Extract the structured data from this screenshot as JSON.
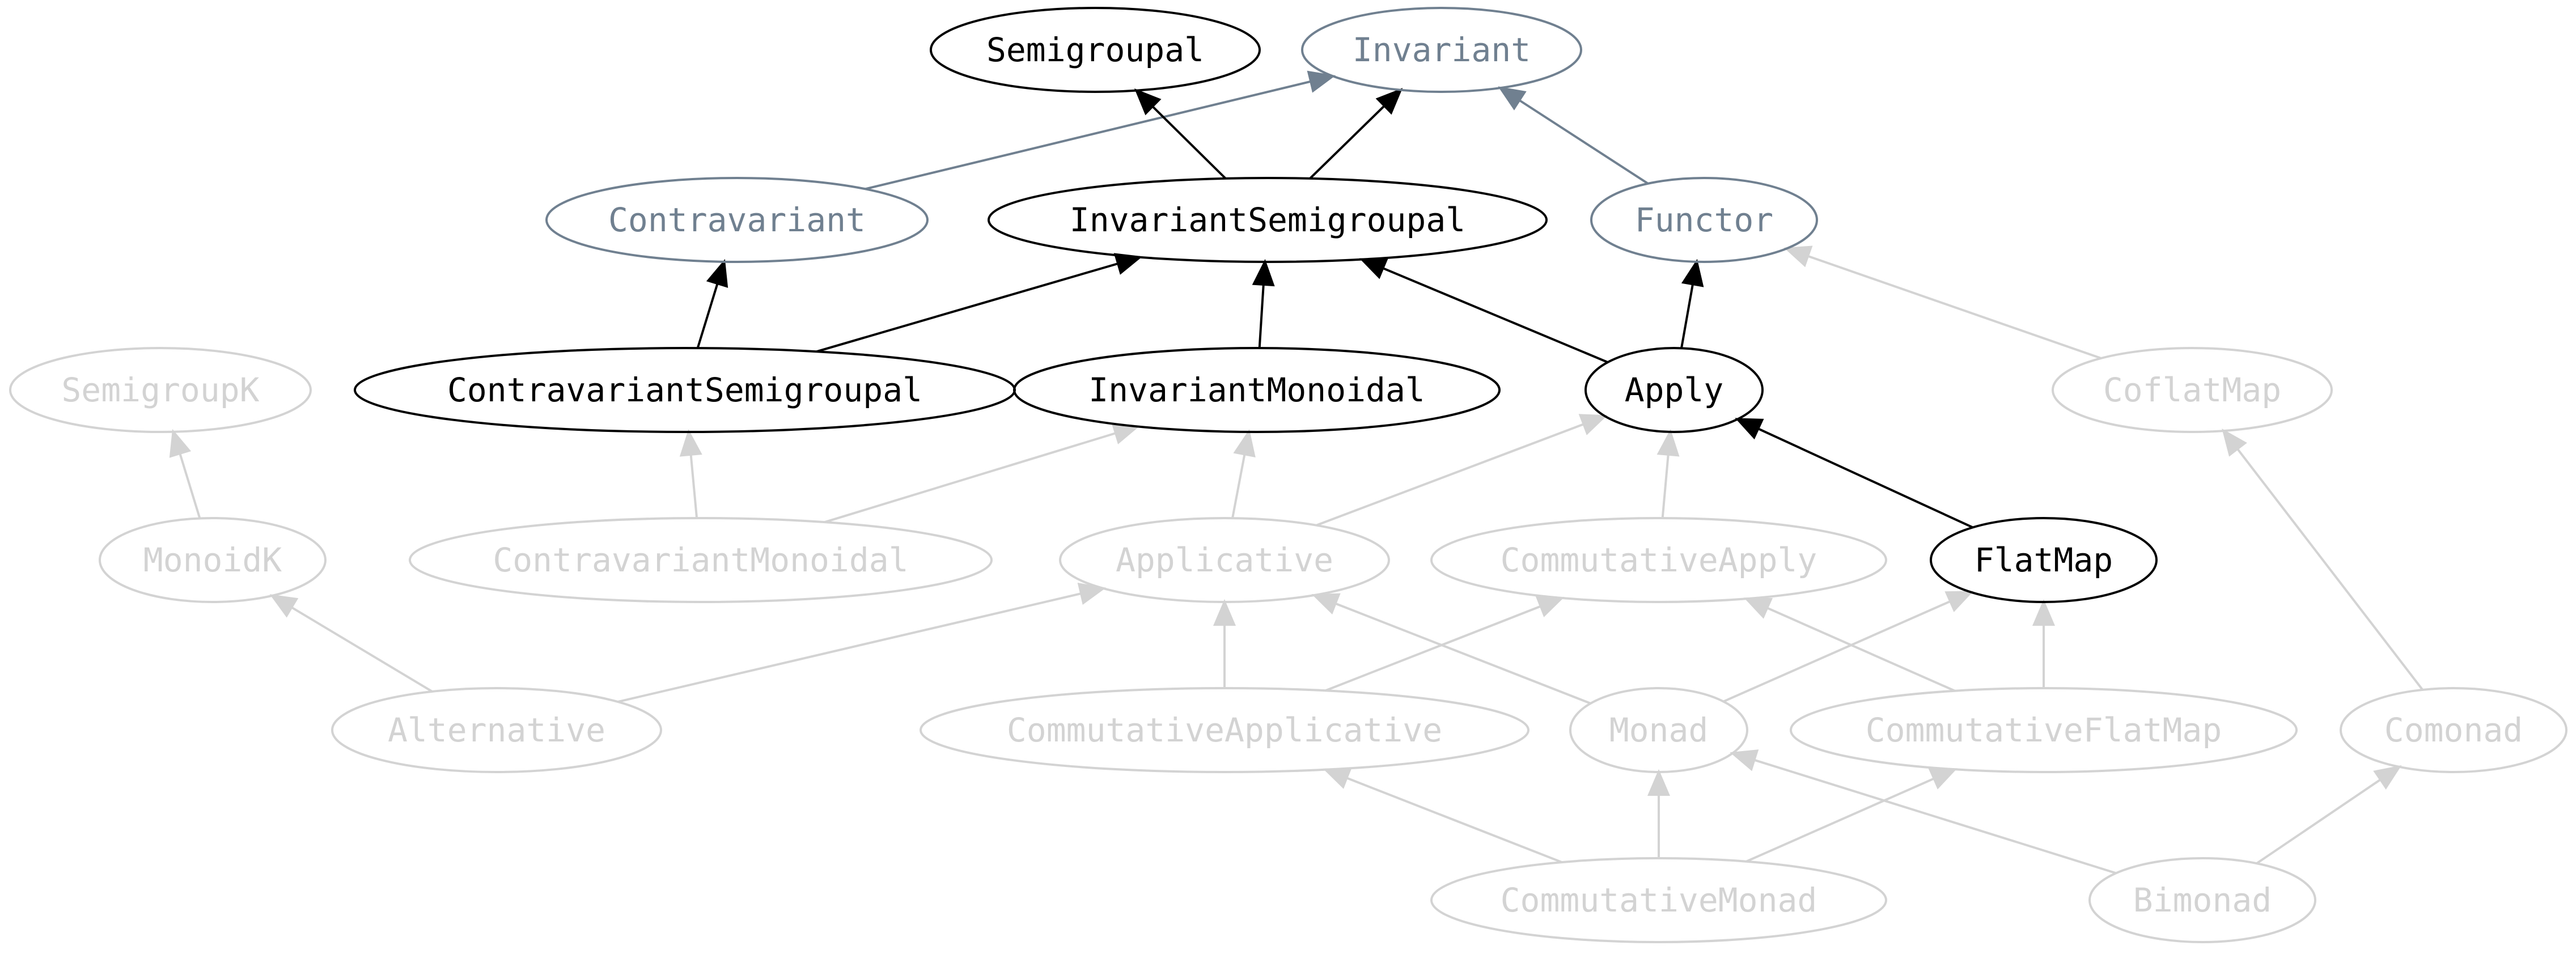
{
  "colors": {
    "primary": "#000000",
    "secondary": "#708090",
    "muted": "#d3d3d3",
    "background": "#ffffff"
  },
  "nodes": [
    {
      "id": "Semigroupal",
      "label": "Semigroupal",
      "style": "primary"
    },
    {
      "id": "Invariant",
      "label": "Invariant",
      "style": "secondary"
    },
    {
      "id": "Contravariant",
      "label": "Contravariant",
      "style": "secondary"
    },
    {
      "id": "InvariantSemigroupal",
      "label": "InvariantSemigroupal",
      "style": "primary"
    },
    {
      "id": "Functor",
      "label": "Functor",
      "style": "secondary"
    },
    {
      "id": "SemigroupK",
      "label": "SemigroupK",
      "style": "muted"
    },
    {
      "id": "ContravariantSemigroupal",
      "label": "ContravariantSemigroupal",
      "style": "primary"
    },
    {
      "id": "InvariantMonoidal",
      "label": "InvariantMonoidal",
      "style": "primary"
    },
    {
      "id": "Apply",
      "label": "Apply",
      "style": "primary"
    },
    {
      "id": "CoflatMap",
      "label": "CoflatMap",
      "style": "muted"
    },
    {
      "id": "MonoidK",
      "label": "MonoidK",
      "style": "muted"
    },
    {
      "id": "ContravariantMonoidal",
      "label": "ContravariantMonoidal",
      "style": "muted"
    },
    {
      "id": "Applicative",
      "label": "Applicative",
      "style": "muted"
    },
    {
      "id": "CommutativeApply",
      "label": "CommutativeApply",
      "style": "muted"
    },
    {
      "id": "FlatMap",
      "label": "FlatMap",
      "style": "primary"
    },
    {
      "id": "Alternative",
      "label": "Alternative",
      "style": "muted"
    },
    {
      "id": "CommutativeApplicative",
      "label": "CommutativeApplicative",
      "style": "muted"
    },
    {
      "id": "Monad",
      "label": "Monad",
      "style": "muted"
    },
    {
      "id": "CommutativeFlatMap",
      "label": "CommutativeFlatMap",
      "style": "muted"
    },
    {
      "id": "Comonad",
      "label": "Comonad",
      "style": "muted"
    },
    {
      "id": "CommutativeMonad",
      "label": "CommutativeMonad",
      "style": "muted"
    },
    {
      "id": "Bimonad",
      "label": "Bimonad",
      "style": "muted"
    }
  ],
  "edges": [
    {
      "from": "Contravariant",
      "to": "Invariant",
      "style": "secondary"
    },
    {
      "from": "InvariantSemigroupal",
      "to": "Semigroupal",
      "style": "primary"
    },
    {
      "from": "InvariantSemigroupal",
      "to": "Invariant",
      "style": "primary"
    },
    {
      "from": "Functor",
      "to": "Invariant",
      "style": "secondary"
    },
    {
      "from": "ContravariantSemigroupal",
      "to": "Contravariant",
      "style": "primary"
    },
    {
      "from": "ContravariantSemigroupal",
      "to": "InvariantSemigroupal",
      "style": "primary"
    },
    {
      "from": "InvariantMonoidal",
      "to": "InvariantSemigroupal",
      "style": "primary"
    },
    {
      "from": "Apply",
      "to": "InvariantSemigroupal",
      "style": "primary"
    },
    {
      "from": "Apply",
      "to": "Functor",
      "style": "primary"
    },
    {
      "from": "CoflatMap",
      "to": "Functor",
      "style": "muted"
    },
    {
      "from": "MonoidK",
      "to": "SemigroupK",
      "style": "muted"
    },
    {
      "from": "ContravariantMonoidal",
      "to": "ContravariantSemigroupal",
      "style": "muted"
    },
    {
      "from": "ContravariantMonoidal",
      "to": "InvariantMonoidal",
      "style": "muted"
    },
    {
      "from": "Applicative",
      "to": "InvariantMonoidal",
      "style": "muted"
    },
    {
      "from": "Applicative",
      "to": "Apply",
      "style": "muted"
    },
    {
      "from": "CommutativeApply",
      "to": "Apply",
      "style": "muted"
    },
    {
      "from": "FlatMap",
      "to": "Apply",
      "style": "primary"
    },
    {
      "from": "Alternative",
      "to": "MonoidK",
      "style": "muted"
    },
    {
      "from": "Alternative",
      "to": "Applicative",
      "style": "muted"
    },
    {
      "from": "CommutativeApplicative",
      "to": "Applicative",
      "style": "muted"
    },
    {
      "from": "CommutativeApplicative",
      "to": "CommutativeApply",
      "style": "muted"
    },
    {
      "from": "Monad",
      "to": "Applicative",
      "style": "muted"
    },
    {
      "from": "Monad",
      "to": "FlatMap",
      "style": "muted"
    },
    {
      "from": "CommutativeFlatMap",
      "to": "CommutativeApply",
      "style": "muted"
    },
    {
      "from": "CommutativeFlatMap",
      "to": "FlatMap",
      "style": "muted"
    },
    {
      "from": "Comonad",
      "to": "CoflatMap",
      "style": "muted"
    },
    {
      "from": "CommutativeMonad",
      "to": "CommutativeApplicative",
      "style": "muted"
    },
    {
      "from": "CommutativeMonad",
      "to": "Monad",
      "style": "muted"
    },
    {
      "from": "CommutativeMonad",
      "to": "CommutativeFlatMap",
      "style": "muted"
    },
    {
      "from": "Bimonad",
      "to": "Monad",
      "style": "muted"
    },
    {
      "from": "Bimonad",
      "to": "Comonad",
      "style": "muted"
    }
  ]
}
